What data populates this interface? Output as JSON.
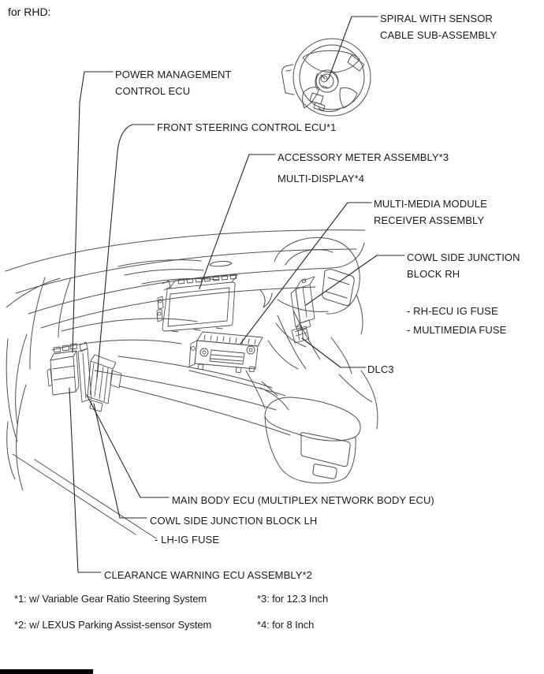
{
  "header": {
    "title": "for RHD:"
  },
  "callouts": {
    "spiral": {
      "lines": [
        "SPIRAL WITH SENSOR",
        "CABLE SUB-ASSEMBLY"
      ]
    },
    "power_management": {
      "lines": [
        "POWER MANAGEMENT",
        "CONTROL ECU"
      ]
    },
    "front_steering": {
      "lines": [
        "FRONT STEERING CONTROL ECU*1"
      ]
    },
    "accessory_meter": {
      "lines": [
        "ACCESSORY METER ASSEMBLY*3"
      ]
    },
    "multi_display": {
      "lines": [
        "MULTI-DISPLAY*4"
      ]
    },
    "multimedia_module": {
      "lines": [
        "MULTI-MEDIA MODULE",
        "RECEIVER ASSEMBLY"
      ]
    },
    "cowl_side_junction_rh": {
      "lines": [
        "COWL SIDE JUNCTION",
        "BLOCK RH"
      ]
    },
    "rh_ecu_ig_fuse": {
      "lines": [
        "- RH-ECU IG FUSE"
      ]
    },
    "multimedia_fuse": {
      "lines": [
        "- MULTIMEDIA FUSE"
      ]
    },
    "dlc3": {
      "lines": [
        "DLC3"
      ]
    },
    "main_body_ecu": {
      "lines": [
        "MAIN BODY ECU (MULTIPLEX NETWORK BODY ECU)"
      ]
    },
    "cowl_side_junction_lh": {
      "lines": [
        "COWL SIDE JUNCTION BLOCK LH"
      ]
    },
    "lh_ig_fuse": {
      "lines": [
        "- LH-IG FUSE"
      ]
    },
    "clearance_warning": {
      "lines": [
        "CLEARANCE WARNING ECU ASSEMBLY*2"
      ]
    }
  },
  "footnotes": {
    "fn1": "*1: w/ Variable Gear Ratio Steering System",
    "fn2": "*2: w/ LEXUS Parking Assist-sensor System",
    "fn3": "*3: for 12.3 Inch",
    "fn4": "*4: for 8 Inch"
  },
  "illustration_parts": [
    "steering-wheel",
    "spiral-cable-sensor-hub",
    "instrument-panel",
    "accessory-meter-display-unit",
    "multimedia-receiver-unit",
    "cowl-side-junction-block-rh",
    "dlc3-connector",
    "ecu-cluster-lh",
    "center-console-armrest",
    "front-seat-outline"
  ],
  "colors": {
    "background": "#ffffff",
    "art_line": "#4f4f4f",
    "leader_line": "#262626",
    "text": "#1a1a1a",
    "footer_bar": "#000000"
  }
}
